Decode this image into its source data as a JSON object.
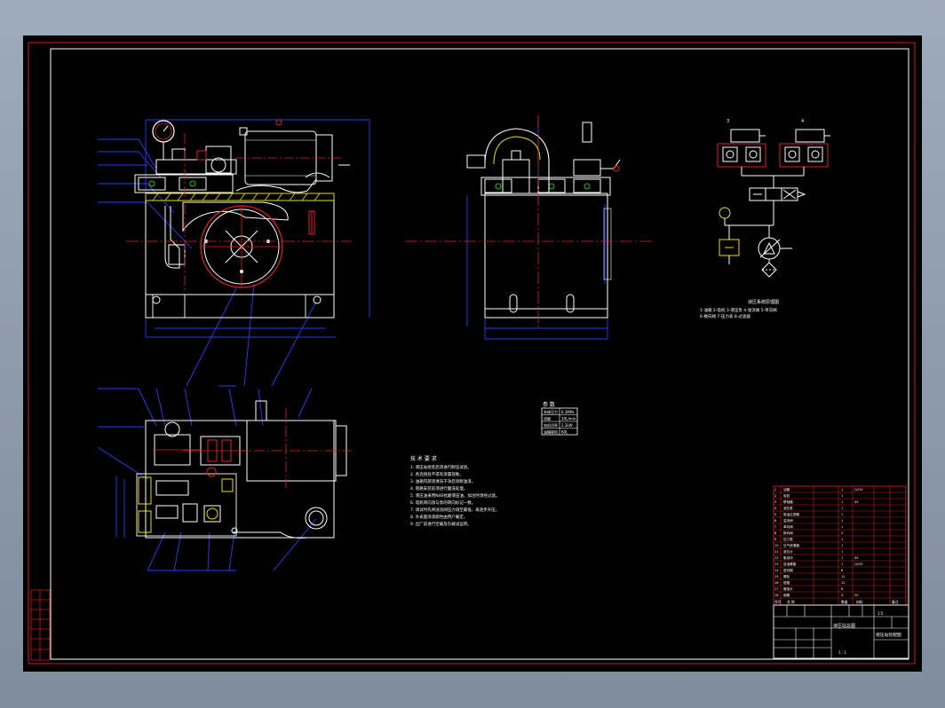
{
  "colors": {
    "viewer_background": "#8f9cae",
    "sheet_background": "#000000",
    "border_red": "#d21a1a",
    "outline_blue": "#2a3cff",
    "geometry_white": "#ffffff",
    "centerline_red": "#e02020",
    "accent_yellow": "#e8e000",
    "accent_green": "#1fc21f"
  },
  "schematic": {
    "callout_left": "3",
    "callout_right": "4",
    "caption": "液压系统原理图",
    "notes_line1": "1-油箱  2-电机  3-液压泵  4-溢流阀  5-单向阀",
    "notes_line2": "6-换向阀  7-压力表  8-过滤器"
  },
  "param_table": {
    "title": "参 数",
    "rows": [
      [
        "系统压力",
        "6.3MPa"
      ],
      [
        "流量",
        "10L/min"
      ],
      [
        "电机功率",
        "2.2kW"
      ],
      [
        "油箱容积",
        "60L"
      ]
    ]
  },
  "tech_notes": {
    "title": "技 术 要 求",
    "items": [
      "1. 液压站组装后须进行耐压试验。",
      "2. 各连接处不得有渗漏现象。",
      "3. 油箱内部须清洗干净后涂耐油漆。",
      "4. 管路安装前须进行酸洗处理。",
      "5. 液压油采用N46抗磨液压油，加注时须经过滤。",
      "6. 电机转向须与泵的转向标记一致。",
      "7. 调试时先将溢流阀压力调至最低，再逐步升压。",
      "8. 外表面涂漆颜色由用户确定。",
      "9. 出厂前进行空载及负载试运转。"
    ]
  },
  "parts_list": {
    "rows": [
      [
        "1",
        "油箱",
        "1",
        "Q235"
      ],
      [
        "2",
        "电机",
        "1",
        ""
      ],
      [
        "3",
        "联轴器",
        "1",
        "45"
      ],
      [
        "4",
        "液压泵",
        "1",
        ""
      ],
      [
        "5",
        "吸油过滤器",
        "1",
        ""
      ],
      [
        "6",
        "溢流阀",
        "1",
        ""
      ],
      [
        "7",
        "单向阀",
        "1",
        ""
      ],
      [
        "8",
        "换向阀",
        "2",
        ""
      ],
      [
        "9",
        "压力表",
        "1",
        ""
      ],
      [
        "10",
        "空气滤清器",
        "1",
        ""
      ],
      [
        "11",
        "液位计",
        "1",
        ""
      ],
      [
        "12",
        "集成块",
        "1",
        "45"
      ],
      [
        "13",
        "放油螺塞",
        "1",
        "Q235"
      ],
      [
        "14",
        "密封圈",
        "8",
        ""
      ],
      [
        "15",
        "螺栓",
        "12",
        ""
      ],
      [
        "16",
        "垫圈",
        "12",
        ""
      ],
      [
        "17",
        "管接头",
        "6",
        ""
      ],
      [
        "18",
        "钢管",
        "4",
        "20"
      ]
    ],
    "header": [
      "序号",
      "名 称",
      "数量",
      "材料",
      "备注"
    ]
  },
  "title_block": {
    "drawing_title": "液压站总图",
    "subtitle": "液压站装配图",
    "scale": "1:5",
    "sheet": "1 : 1"
  }
}
